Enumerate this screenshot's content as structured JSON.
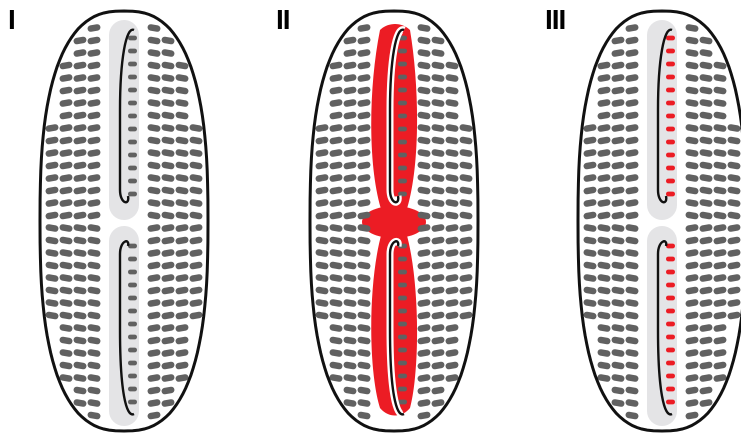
{
  "panels": [
    {
      "label": "I",
      "highlight": "none"
    },
    {
      "label": "II",
      "highlight": "central-area-and-axial-bands"
    },
    {
      "label": "III",
      "highlight": "areolae-adjacent-to-raphe"
    }
  ],
  "colors": {
    "outline": "#111111",
    "areola": "#616161",
    "axial_area": "#e4e4e6",
    "highlight": "#ec1c24"
  }
}
